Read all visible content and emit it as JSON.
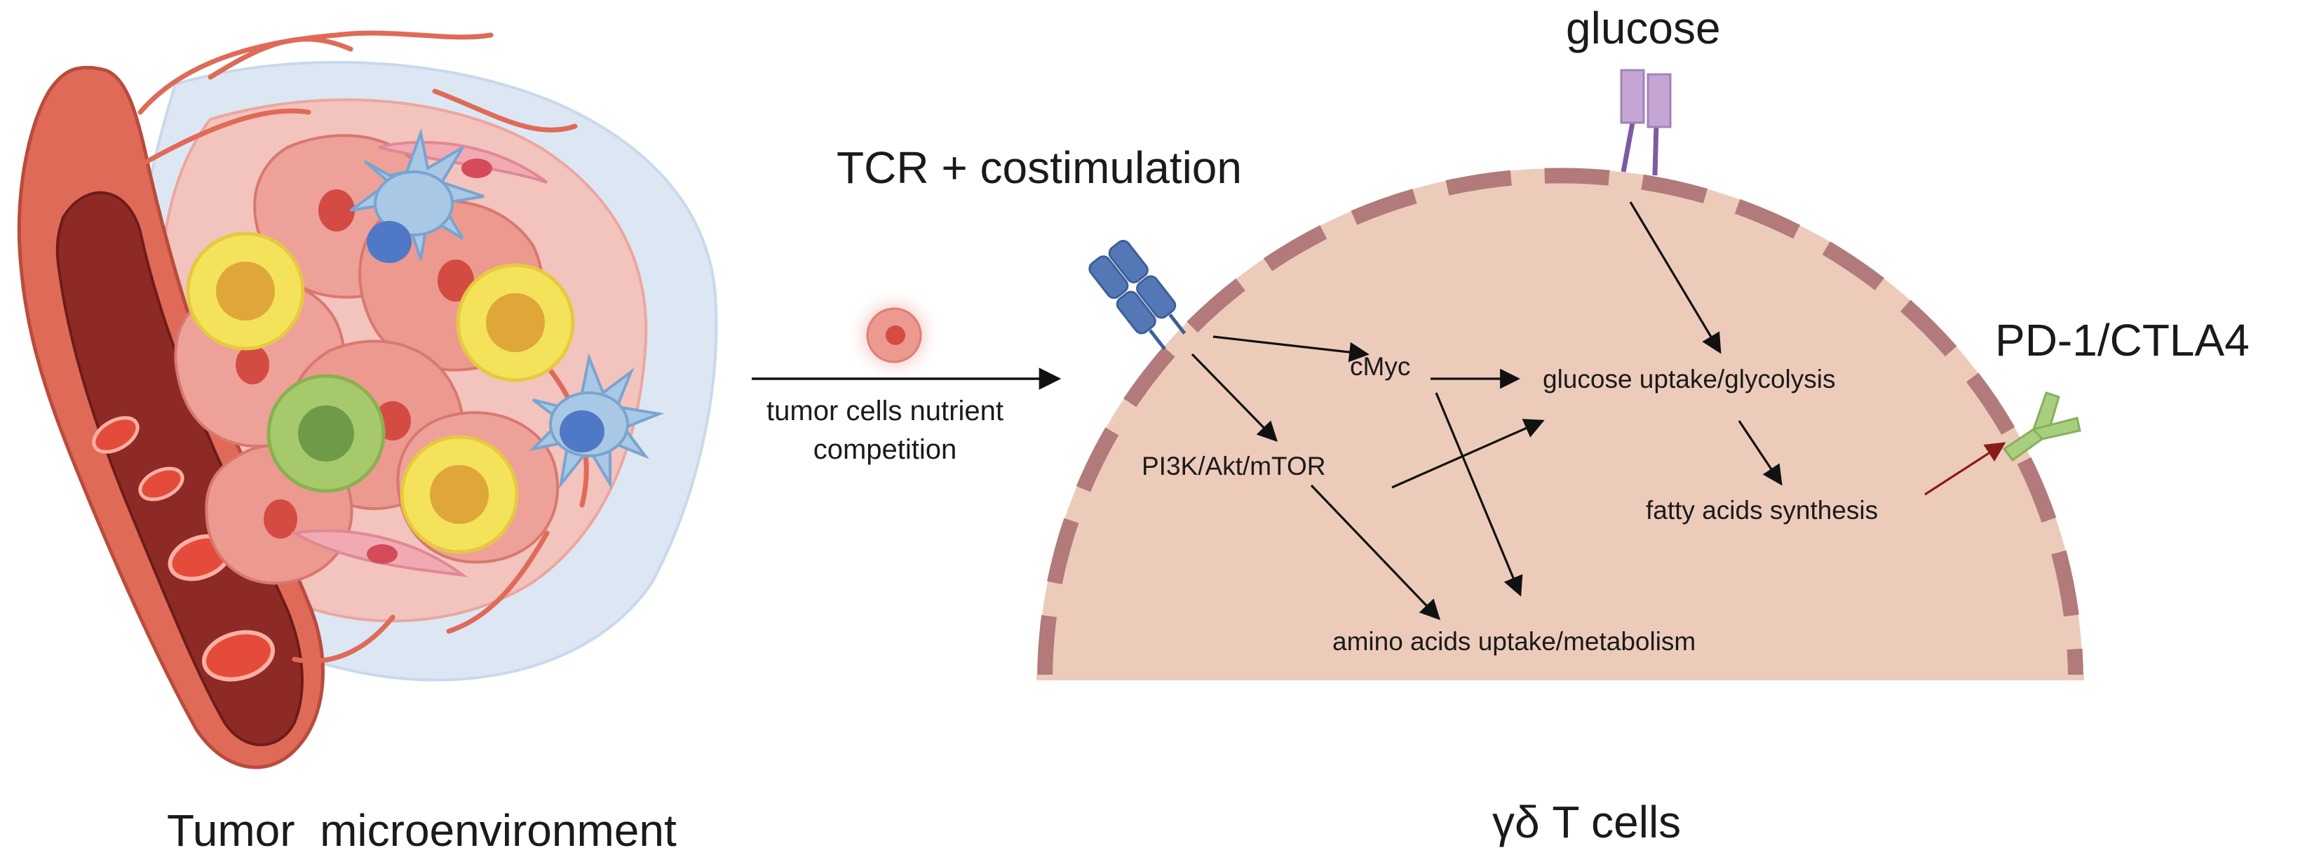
{
  "labels": {
    "tme_title": "Tumor  microenvironment",
    "gd_title": "γδ T cells",
    "tcr": "TCR + costimulation",
    "glucose": "glucose",
    "pd1": "PD-1/CTLA4",
    "competition_line1": "tumor cells nutrient",
    "competition_line2": "competition",
    "cmyc": "cMyc",
    "pi3k": "PI3K/Akt/mTOR",
    "glycolysis": "glucose uptake/glycolysis",
    "fatty": "fatty acids synthesis",
    "amino": "amino acids uptake/metabolism"
  },
  "colors": {
    "cell_fill": "#edcbbb",
    "membrane": "#b27a7a",
    "vessel": "#e06a58",
    "tumor_cell": "#e9928a",
    "yellow_cell": "#f4e25a",
    "green_cell": "#a6c96b",
    "dendritic": "#8fb7dd",
    "tcr_receptor": "#5478b6",
    "glut": "#c4a5d3",
    "pd1_receptor": "#a8cf7e",
    "inhibit_arrow": "#8b1a1a"
  }
}
